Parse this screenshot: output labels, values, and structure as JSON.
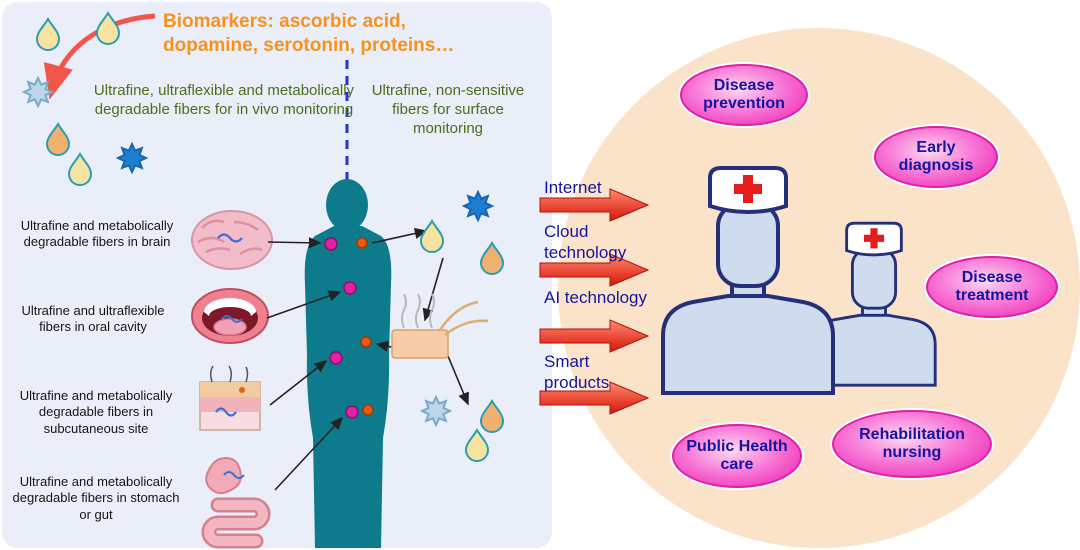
{
  "colors": {
    "panel_bg": "#e9eef8",
    "ellipse_bg": "#fbe3c9",
    "title_orange": "#f6921e",
    "green_text": "#4c6e1a",
    "navy_text": "#15159b",
    "bubble_pink": "#ee2eb4",
    "arrow_red": "#e62e24",
    "body_teal": "#0d7b8c"
  },
  "header": {
    "biomarkers_title": "Biomarkers: ascorbic acid, dopamine, serotonin, proteins…"
  },
  "left_panel": {
    "in_vivo_caption": "Ultrafine, ultraflexible and metabolically degradable fibers for in vivo monitoring",
    "surface_caption": "Ultrafine, non-sensitive fibers for surface monitoring",
    "sites": [
      {
        "icon": "brain-icon",
        "label": "Ultrafine and metabolically degradable fibers in brain"
      },
      {
        "icon": "mouth-icon",
        "label": "Ultrafine and ultraflexible fibers in oral cavity"
      },
      {
        "icon": "skin-icon",
        "label": "Ultrafine and metabolically degradable fibers in subcutaneous site"
      },
      {
        "icon": "stomach-icon",
        "label": "Ultrafine and metabolically degradable fibers in stomach or gut"
      }
    ]
  },
  "middle": {
    "arrows": [
      {
        "label": "Internet"
      },
      {
        "label": "Cloud technology"
      },
      {
        "label": "AI technology"
      },
      {
        "label": "Smart products"
      }
    ]
  },
  "right_panel": {
    "outcomes": [
      {
        "label": "Disease prevention"
      },
      {
        "label": "Early diagnosis"
      },
      {
        "label": "Disease treatment"
      },
      {
        "label": "Public Health care"
      },
      {
        "label": "Rehabilitation nursing"
      }
    ]
  }
}
